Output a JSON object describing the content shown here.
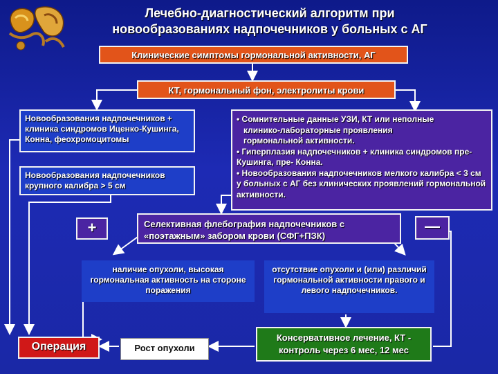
{
  "title": {
    "line1": "Лечебно-диагностический алгоритм при",
    "line2": "новообразованиях надпочечников у больных с АГ"
  },
  "logo": {
    "icon": "adrenal-illustration-icon"
  },
  "boxes": {
    "symptoms": "Клинические симптомы гормональной активности,  АГ",
    "ct": "КТ, гормональный фон, электролиты крови",
    "syndromes": "Новообразования надпочечников + клиника синдромов Иценко-Кушинга, Конна, феохромоцитомы",
    "large": "Новообразования надпочечников крупного калибра  > 5 см",
    "doubtful": [
      "• Сомнительные данные УЗИ, КТ или неполные",
      "   клинико-лабораторные проявления",
      "   гормональной активности.",
      "• Гиперплазия надпочечников + клиника синдромов пре-Кушинга, пре- Конна.",
      "• Новообразования надпочечников мелкого калибра < 3 см у больных с АГ без клинических проявлений гормональной активности."
    ],
    "plus": "+",
    "minus": "—",
    "phlebography": "Селективная флебография надпочечников с «поэтажным» забором крови (СФГ+ПЗК)",
    "tumor_present": "наличие опухоли, высокая гормональная активность на стороне поражения",
    "tumor_absent": "отсутствие опухоли и (или) различий гормональной активности правого и левого надпочечников.",
    "operation": "Операция",
    "growth": "Рост опухоли",
    "conservative": "Консервативное лечение, КТ - контроль через 6 мес, 12 мес"
  },
  "colors": {
    "background": "#1a28a6",
    "orange": "#e2541a",
    "blue": "#1e3ec8",
    "purple": "#4b24a2",
    "green": "#1f7a19",
    "red": "#d01818",
    "line": "#ffffff"
  }
}
